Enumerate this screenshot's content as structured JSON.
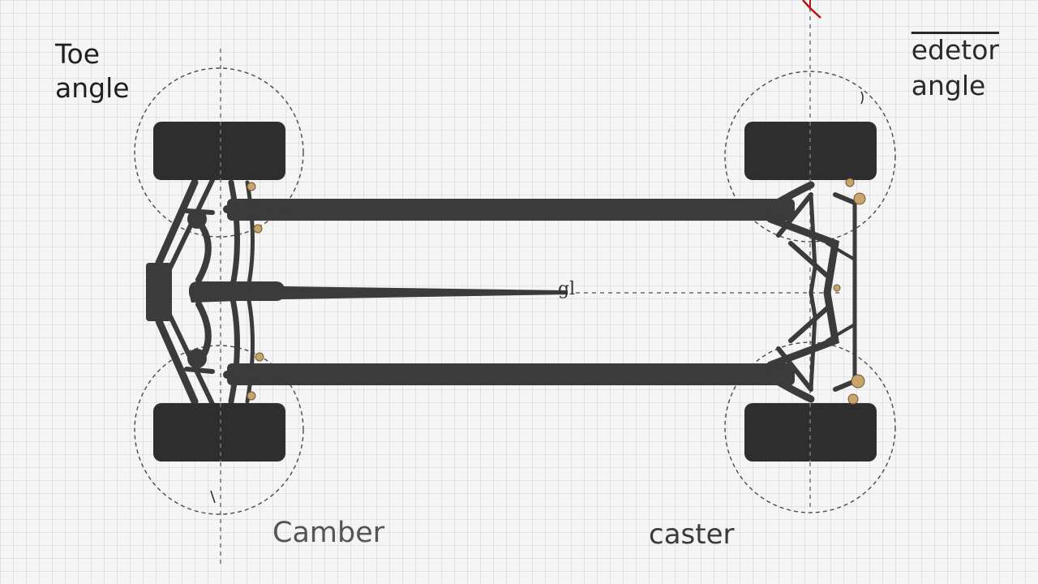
{
  "labels": {
    "toe_line1": "Toe",
    "toe_line2": "angle",
    "editor_line1": "edetor",
    "editor_line2": "angle",
    "camber": "Camber",
    "caster": "caster",
    "center_mark": "gl"
  },
  "colors": {
    "background": "#f5f5f5",
    "grid": "#dcdcdc",
    "chassis": "#3b3b3b",
    "tire": "#2e2e2e",
    "dashed": "#555555",
    "bolts": "#c8a46a",
    "top_arrow": "#b01818"
  }
}
